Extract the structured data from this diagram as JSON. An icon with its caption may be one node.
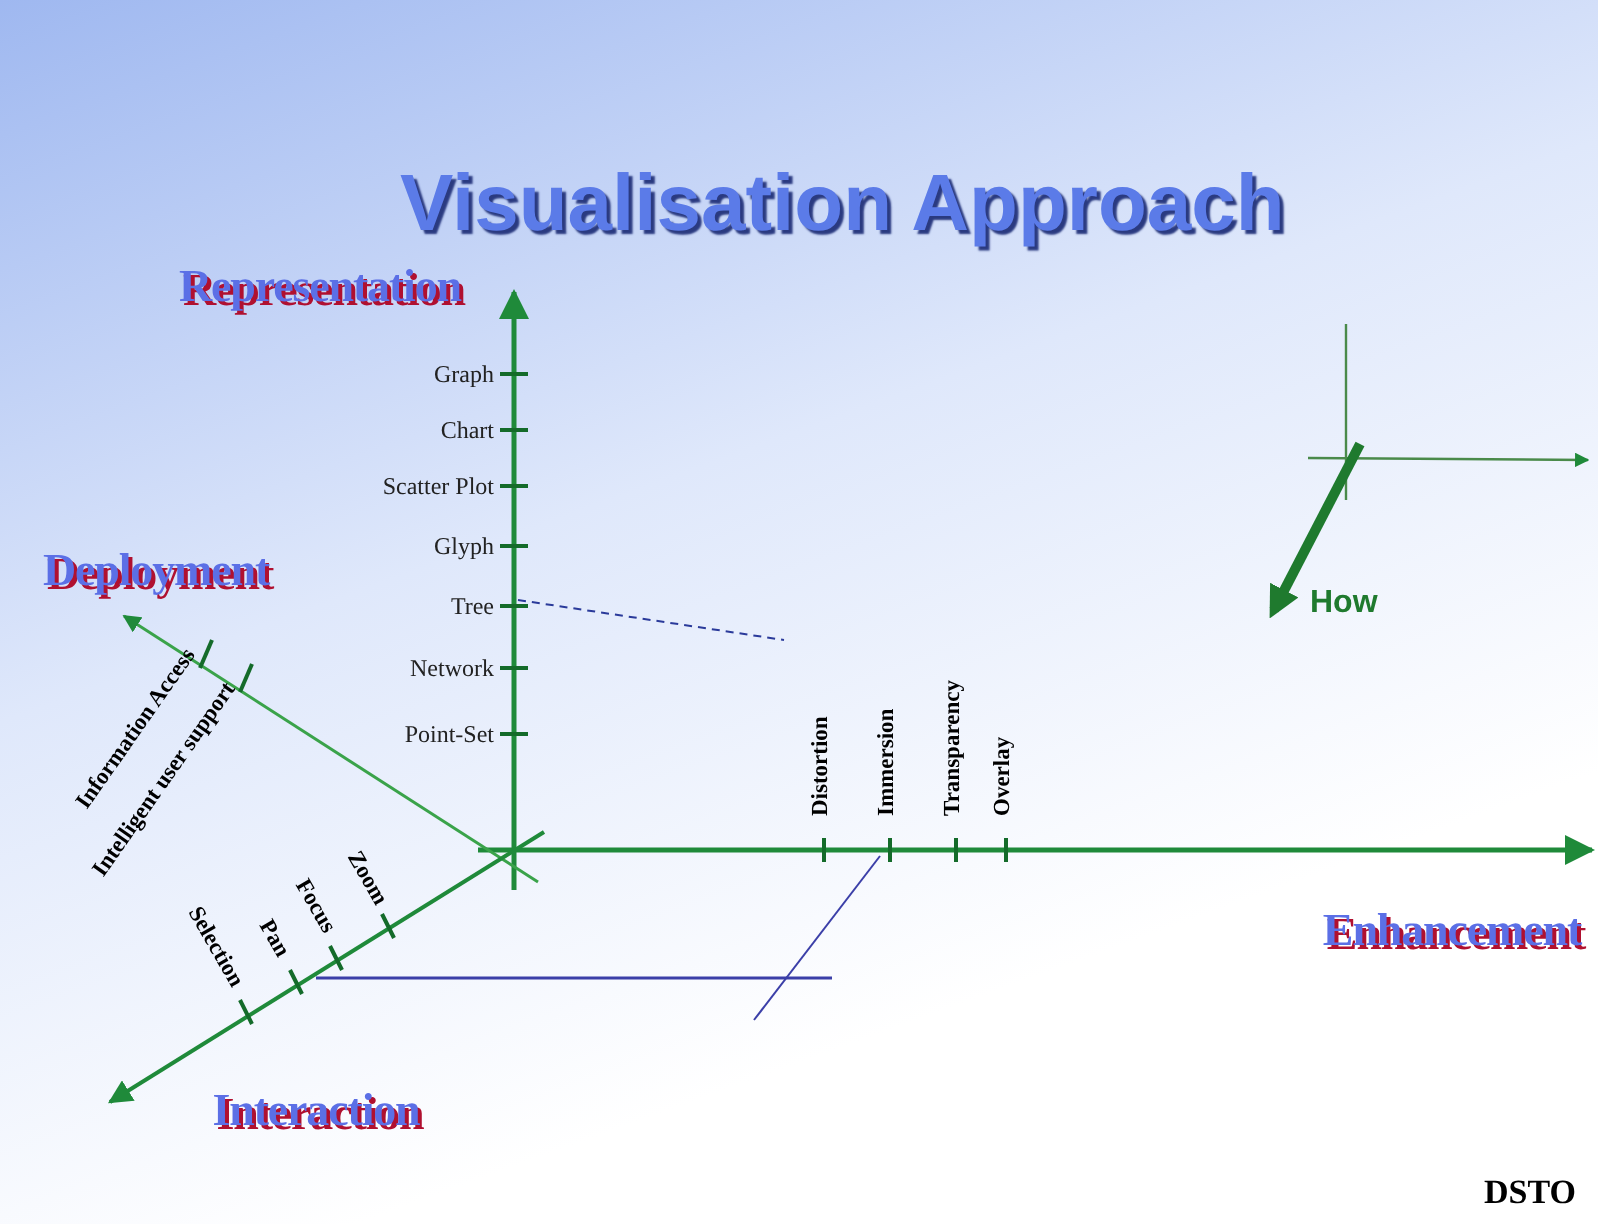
{
  "diagram": {
    "title": "Visualisation Approach",
    "labels": [
      "Representation",
      "Graph",
      "Chart",
      "Scatter Plot",
      "Glyph",
      "Deployment",
      "Tree",
      "How",
      "Network",
      "Point-Set",
      "Information Access",
      "Intelligent user support",
      "Selection",
      "Pan",
      "Focus",
      "Zoom",
      "Distortion",
      "Immersion",
      "Transparency",
      "Overlay",
      "Enhancement",
      "Interaction",
      "DSTO"
    ]
  }
}
